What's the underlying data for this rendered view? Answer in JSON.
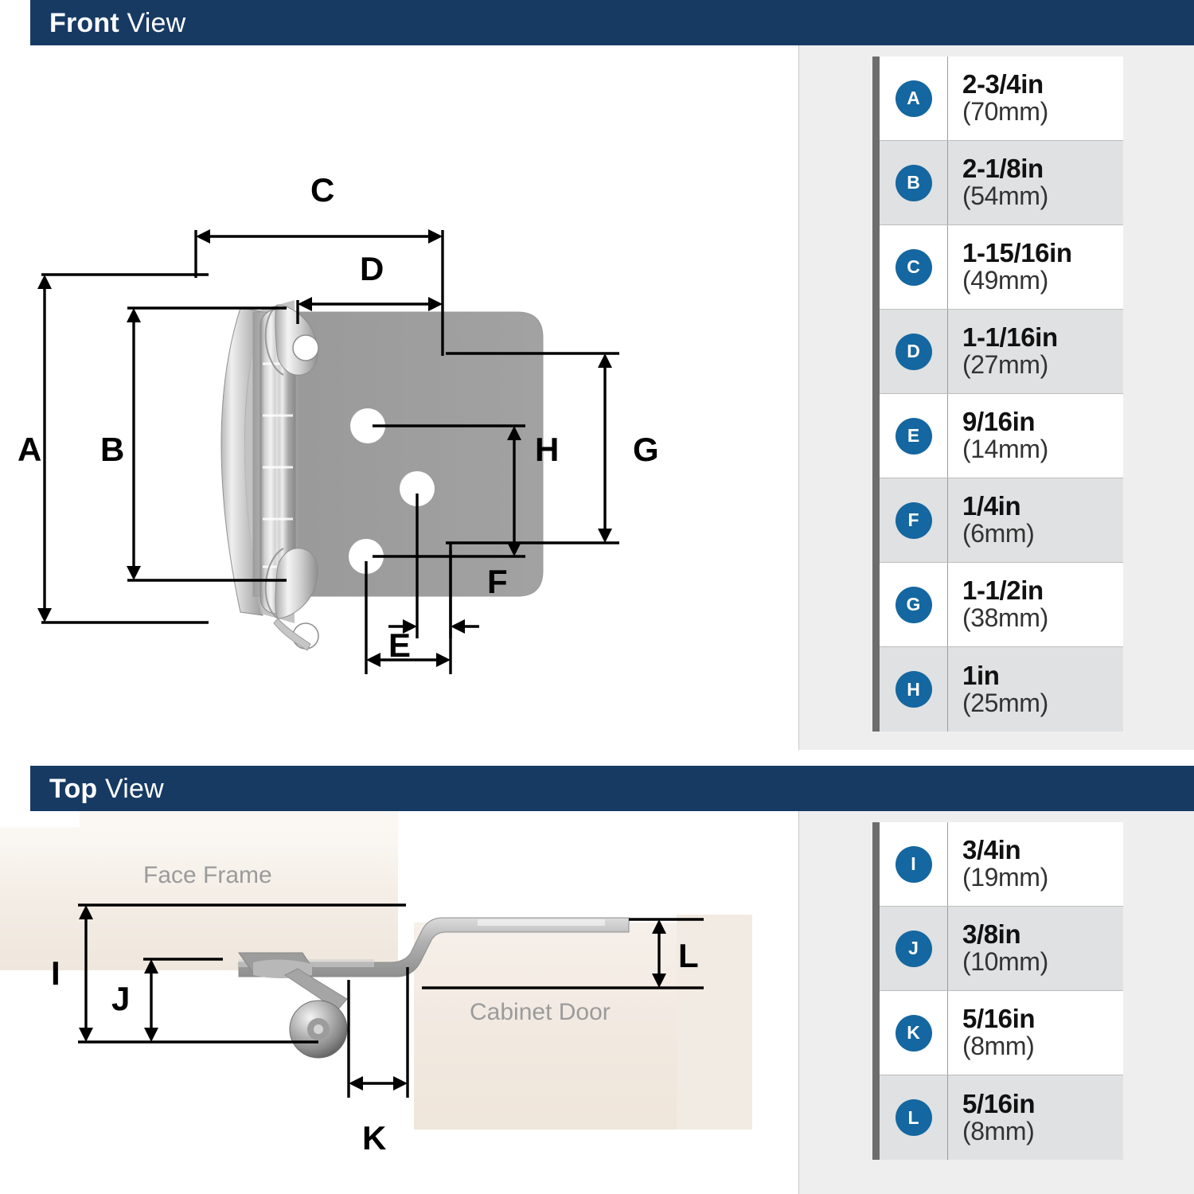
{
  "sections": {
    "front": {
      "title_bold": "Front",
      "title_rest": " View"
    },
    "top": {
      "title_bold": "Top",
      "title_rest": " View"
    }
  },
  "colors": {
    "header_blue": "#173A63",
    "badge_blue": "#1467A0",
    "panel_gray": "#eeeeee",
    "row_alt_gray": "#e0e1e2",
    "rule_gray": "#6d6d6d",
    "metal_light": "#d9d9d9",
    "metal_mid": "#a3a3a3",
    "wood_cream": "#f3eee8"
  },
  "front_legend": [
    {
      "key": "A",
      "inches": "2-3/4in",
      "mm": "(70mm)"
    },
    {
      "key": "B",
      "inches": "2-1/8in",
      "mm": "(54mm)"
    },
    {
      "key": "C",
      "inches": "1-15/16in",
      "mm": "(49mm)"
    },
    {
      "key": "D",
      "inches": "1-1/16in",
      "mm": "(27mm)"
    },
    {
      "key": "E",
      "inches": "9/16in",
      "mm": "(14mm)"
    },
    {
      "key": "F",
      "inches": "1/4in",
      "mm": "(6mm)"
    },
    {
      "key": "G",
      "inches": "1-1/2in",
      "mm": "(38mm)"
    },
    {
      "key": "H",
      "inches": "1in",
      "mm": "(25mm)"
    }
  ],
  "top_legend": [
    {
      "key": "I",
      "inches": "3/4in",
      "mm": "(19mm)"
    },
    {
      "key": "J",
      "inches": "3/8in",
      "mm": "(10mm)"
    },
    {
      "key": "K",
      "inches": "5/16in",
      "mm": "(8mm)"
    },
    {
      "key": "L",
      "inches": "5/16in",
      "mm": "(8mm)"
    }
  ],
  "front_dimension_labels": {
    "A": "A",
    "B": "B",
    "C": "C",
    "D": "D",
    "E": "E",
    "F": "F",
    "G": "G",
    "H": "H"
  },
  "top_dimension_labels": {
    "I": "I",
    "J": "J",
    "K": "K",
    "L": "L"
  },
  "top_part_labels": {
    "face_frame": "Face Frame",
    "cabinet_door": "Cabinet Door"
  }
}
